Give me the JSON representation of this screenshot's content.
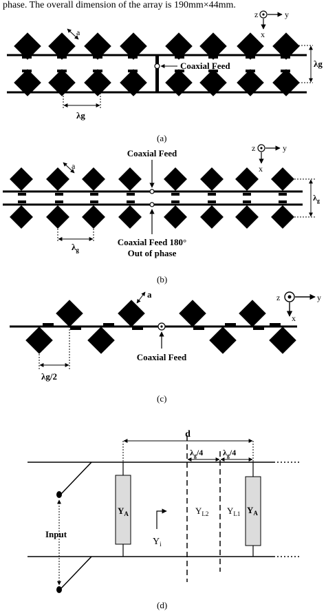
{
  "header_text": "phase. The overall dimension of the array is 190mm×44mm.",
  "panel_a": {
    "caption": "(a)",
    "feed_label": "Coaxial Feed",
    "patch_label": "a",
    "spacing_label": "λg",
    "gap_label": "λg",
    "axis": {
      "z": "z",
      "y": "y",
      "x": "x"
    }
  },
  "panel_b": {
    "caption": "(b)",
    "feed_top_label": "Coaxial Feed",
    "feed_bottom_line1": "Coaxial Feed 180°",
    "feed_bottom_line2": "Out of phase",
    "patch_label": "a",
    "spacing_label": "λ",
    "spacing_sub": "g",
    "gap_label": "λ",
    "gap_sub": "g",
    "axis": {
      "z": "z",
      "y": "y",
      "x": "x"
    }
  },
  "panel_c": {
    "caption": "(c)",
    "feed_label": "Coaxial Feed",
    "patch_label": "a",
    "spacing_label": "λg/2",
    "axis": {
      "z": "z",
      "y": "y",
      "x": "x"
    }
  },
  "panel_d": {
    "caption": "(d)",
    "d_label": "d",
    "quarter_left_base": "λ",
    "quarter_left_sub": "g",
    "quarter_left_tail": "/4",
    "quarter_right_base": "λ",
    "quarter_right_sub": "g",
    "quarter_right_tail": "/4",
    "ya_left_base": "Y",
    "ya_left_sub": "A",
    "ya_right_base": "Y",
    "ya_right_sub": "A",
    "yl2_base": "Y",
    "yl2_sub": "L2",
    "yl1_base": "Y",
    "yl1_sub": "L1",
    "yi_base": "Y",
    "yi_sub": "i",
    "input_label": "Input"
  }
}
